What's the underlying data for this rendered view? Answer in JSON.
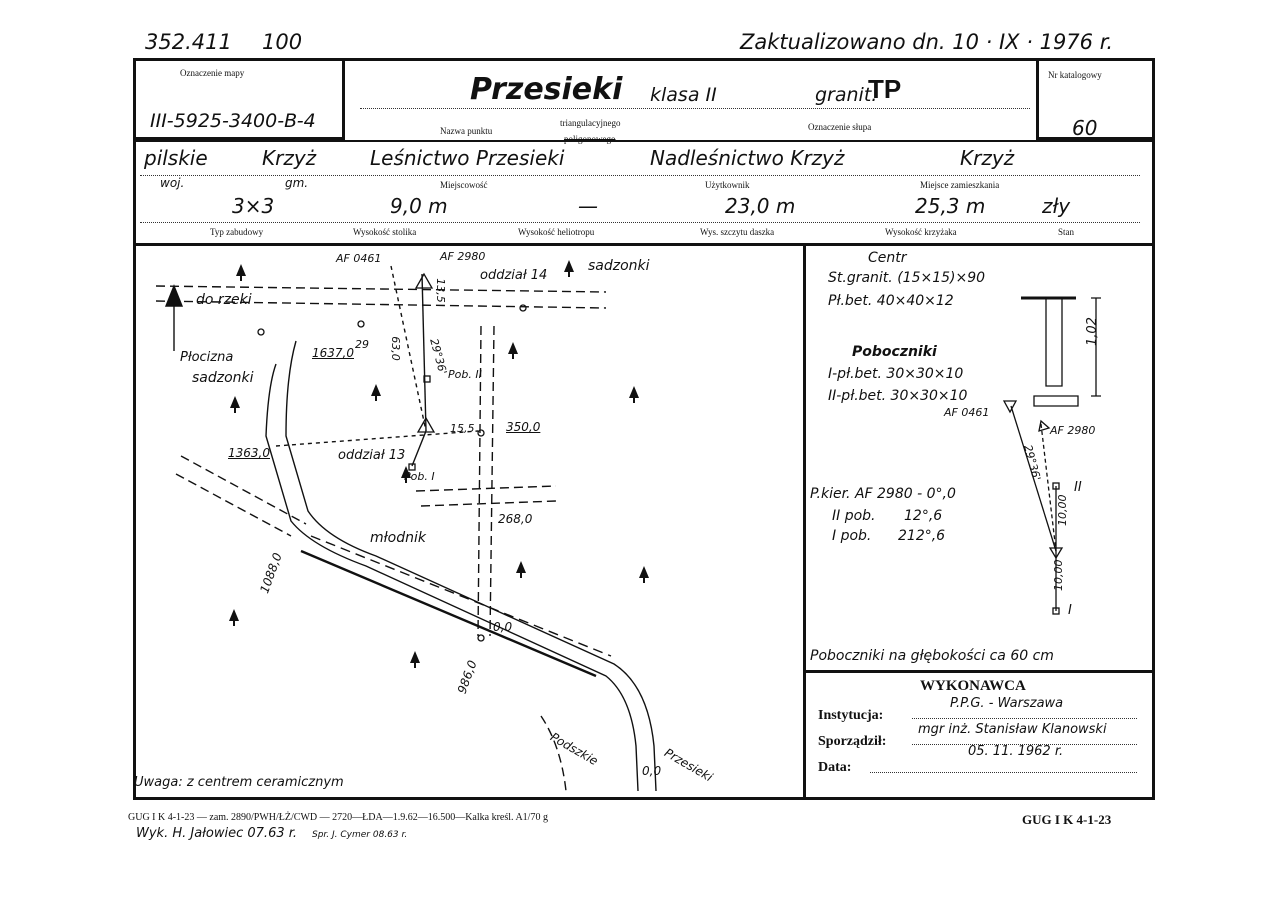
{
  "top": {
    "catalog_ref": "352.411",
    "catalog_num": "100",
    "updated": "Zaktualizowano dn. 10 · IX · 1976 r."
  },
  "header": {
    "map_label": "Oznaczenie mapy",
    "map_value": "III-5925-3400-B-4",
    "point_name": "Przesieki",
    "class_text": "klasa II",
    "granit_label": "granit.",
    "granit_value": "TP",
    "point_name_label": "Nazwa punktu",
    "point_type_1": "triangulacyjnego",
    "point_type_2": "poligonowego",
    "post_label": "Oznaczenie słupa",
    "catalog_label": "Nr katalogowy",
    "catalog_value": "60"
  },
  "location": {
    "voivodeship": "pilskie",
    "commune": "Krzyż",
    "place": "Leśnictwo Przesieki",
    "user": "Nadleśnictwo Krzyż",
    "residence": "Krzyż",
    "voivodeship_label": "woj.",
    "commune_label": "gm.",
    "place_label": "Miejscowość",
    "user_label": "Użytkownik",
    "residence_label": "Miejsce zamieszkania"
  },
  "build": {
    "type": "3×3",
    "table_height": "9,0 m",
    "heliotrope": "—",
    "board_top": "23,0 m",
    "cross_height": "25,3 m",
    "state": "zły",
    "type_label": "Typ zabudowy",
    "table_label": "Wysokość stolika",
    "helio_label": "Wysokość heliotropu",
    "board_label": "Wys. szczytu daszka",
    "cross_label": "Wysokość krzyżaka",
    "state_label": "Stan"
  },
  "sketch": {
    "to_river": "do rzeki",
    "nursery_top": "sadzonki",
    "nursery_left": "sadzonki",
    "ploughed": "Płocizna",
    "compartment_14": "oddział 14",
    "compartment_13": "oddział 13",
    "young_forest": "młodnik",
    "af0461": "AF 0461",
    "af2980": "AF 2980",
    "pob1": "Pob. I",
    "pob2": "Pob. II",
    "road_podszkie": "Podszkie",
    "road_przesieki": "Przesieki",
    "d1637": "1637,0",
    "d1363": "1363,0",
    "d350": "350,0",
    "d268": "268,0",
    "d1088": "1088,0",
    "d986": "986,0",
    "d00a": "0,0",
    "d00b": "0,0",
    "d29": "29",
    "d630": "63,0",
    "d135": "13,5",
    "d155": "15,5",
    "d2936": "29°36'",
    "note": "Uwaga: z centrem ceramicznym"
  },
  "center": {
    "title": "Centr",
    "line1": "St.granit. (15×15)×90",
    "line2": "Pł.bet.  40×40×12",
    "pob_title": "Poboczniki",
    "pob1": "I-pł.bet. 30×30×10",
    "pob2": "II-pł.bet. 30×30×10",
    "height": "1,02",
    "af0461": "AF 0461",
    "af2980": "AF 2980",
    "dir_label": "P.kier. AF 2980 - 0°,0",
    "ii_pob_label": "II pob.",
    "ii_pob_val": "12°,6",
    "i_pob_label": "I pob.",
    "i_pob_val": "212°,6",
    "roman1": "I",
    "roman2": "II",
    "dist_a": "10,00",
    "dist_b": "10,00",
    "angle": "29°36'",
    "depth_note": "Poboczniki na głębokości ca 60 cm"
  },
  "executor": {
    "title": "WYKONAWCA",
    "institution_label": "Instytucja:",
    "institution": "P.P.G. - Warszawa",
    "prepared_label": "Sporządził:",
    "prepared_by": "mgr inż. Stanisław Klanowski",
    "prepared_date": "05. 11. 1962 r.",
    "date_label": "Data:"
  },
  "footer": {
    "print_line": "GUG I K 4-1-23 — zam. 2890/PWH/ŁŻ/CWD — 2720—ŁDA—1.9.62—16.500—Kalka kreśl. A1/70 g",
    "made_by": "Wyk. H. Jałowiec 07.63 r.",
    "checked_by": "Spr. J. Cymer 08.63 r.",
    "form_code": "GUG I K 4-1-23"
  }
}
